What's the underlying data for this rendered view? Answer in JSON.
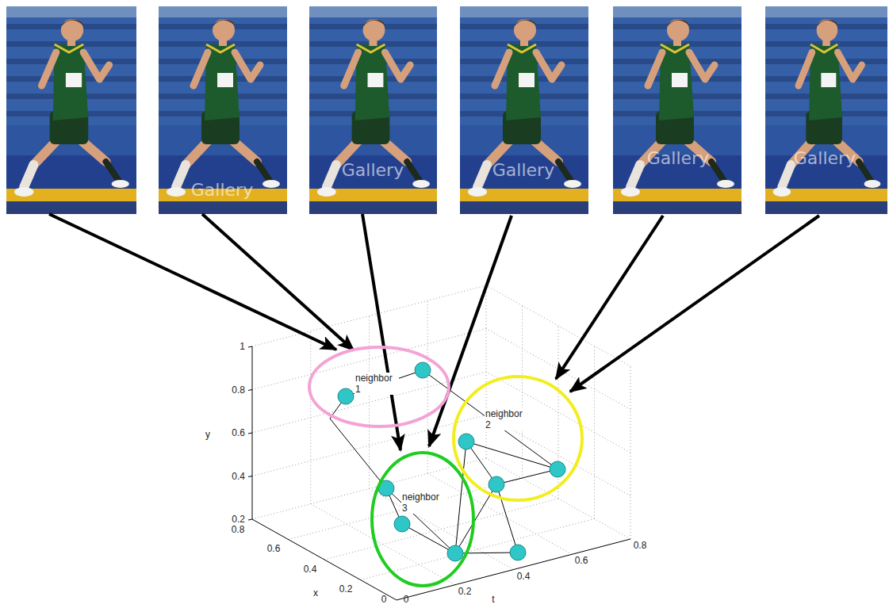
{
  "diagram": {
    "nodes": [
      {
        "text": [
          "neighbor 1"
        ]
      },
      {
        "text": [
          "neighbor 2"
        ]
      },
      {
        "text": [
          "neighbor 3"
        ]
      }
    ],
    "labels": [
      "Gallery",
      "Gallery",
      "Gallery",
      "Gallery",
      "Gallery",
      "1",
      "0.8",
      "0.6",
      "0.4",
      "0.2",
      "y",
      "0.8",
      "0.6",
      "0.4",
      "0.2",
      "0",
      "x",
      "0",
      "0.2",
      "0.4",
      "0.6",
      "0.8",
      "t"
    ]
  }
}
